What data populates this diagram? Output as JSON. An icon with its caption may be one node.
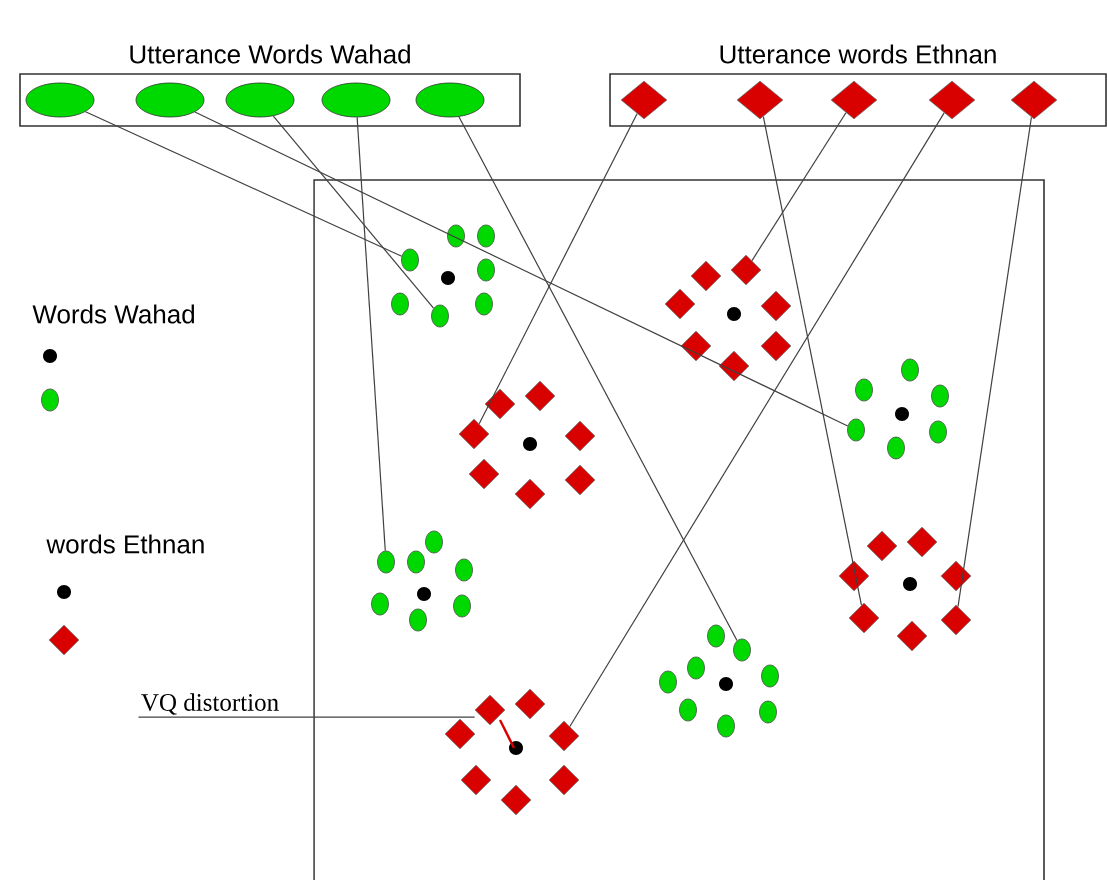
{
  "diagram": {
    "nodes": [
      {
        "text": [
          "Utterance Words Wahad"
        ]
      },
      {
        "text": [
          "Utterance words Ethnan"
        ]
      },
      {
        "text": [],
        "shape": "ellipse",
        "in": 0
      },
      {
        "text": [],
        "shape": "ellipse",
        "in": 0
      },
      {
        "text": [],
        "shape": "ellipse",
        "in": 0
      },
      {
        "text": [],
        "shape": "ellipse",
        "in": 0
      },
      {
        "text": [],
        "shape": "ellipse",
        "in": 0
      },
      {
        "text": [],
        "shape": "diamond",
        "in": 1
      },
      {
        "text": [],
        "shape": "diamond",
        "in": 1
      },
      {
        "text": [],
        "shape": "diamond",
        "in": 1
      },
      {
        "text": [],
        "shape": "diamond",
        "in": 1
      },
      {
        "text": [],
        "shape": "diamond",
        "in": 1
      },
      {
        "text": [],
        "shape": "circle"
      },
      {
        "text": [],
        "shape": "circle"
      },
      {
        "text": [],
        "shape": "circle"
      },
      {
        "text": [],
        "shape": "circle"
      },
      {
        "text": [],
        "shape": "circle"
      },
      {
        "text": [],
        "shape": "diamond"
      },
      {
        "text": [],
        "shape": "diamond"
      },
      {
        "text": [],
        "shape": "diamond"
      },
      {
        "text": [],
        "shape": "diamond"
      },
      {
        "text": [],
        "shape": "diamond"
      },
      {
        "text": [
          "VQ distortion"
        ]
      },
      {
        "text": [],
        "shape": "diamond"
      }
    ],
    "edges": [
      {
        "from": 2,
        "to": 12,
        "arrow": "none"
      },
      {
        "from": 3,
        "to": 13,
        "arrow": "none"
      },
      {
        "from": 4,
        "to": 14,
        "arrow": "none"
      },
      {
        "from": 5,
        "to": 15,
        "arrow": "none"
      },
      {
        "from": 6,
        "to": 16,
        "arrow": "none"
      },
      {
        "from": 7,
        "to": 17,
        "arrow": "none"
      },
      {
        "from": 8,
        "to": 18,
        "arrow": "none"
      },
      {
        "from": 9,
        "to": 19,
        "arrow": "none"
      },
      {
        "from": 10,
        "to": 20,
        "arrow": "none"
      },
      {
        "from": 11,
        "to": 21,
        "arrow": "none"
      },
      {
        "from": 22,
        "to": 23,
        "arrow": "none"
      }
    ],
    "legend": [
      {
        "text": "Words Wahad"
      },
      {
        "text": "words Ethnan"
      }
    ]
  }
}
